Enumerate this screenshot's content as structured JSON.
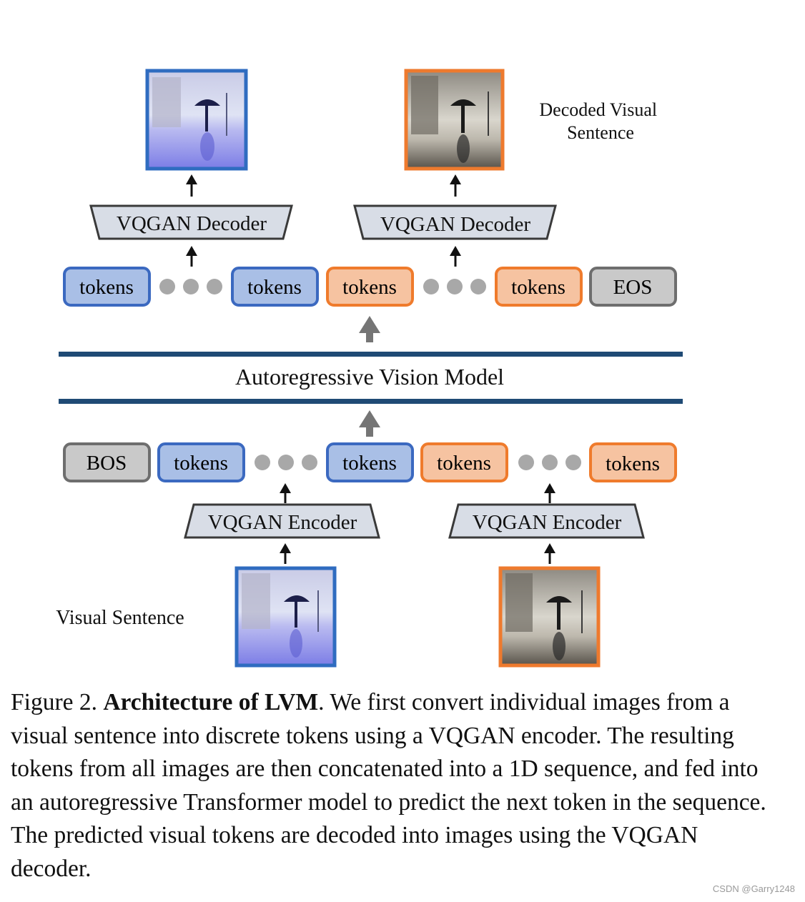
{
  "diagram": {
    "decoded_label": [
      "Decoded Visual",
      "Sentence"
    ],
    "visual_sentence_label": "Visual Sentence",
    "model_label": "Autoregressive Vision Model",
    "decoder_label": "VQGAN Decoder",
    "encoder_label": "VQGAN Encoder",
    "token_label": "tokens",
    "bos_label": "BOS",
    "eos_label": "EOS",
    "colors": {
      "blue_border": "#3b69c0",
      "blue_fill": "#a9bfe6",
      "orange_border": "#ef7b2c",
      "orange_fill": "#f6c3a1",
      "gray_border": "#6e6e6e",
      "gray_fill": "#c9c9c9",
      "trapezoid_fill": "#d8dde6",
      "model_bar": "#1f4a75",
      "dots": "#a8a8a8"
    }
  },
  "caption": {
    "prefix": "Figure 2. ",
    "title": "Architecture of LVM",
    "body": ". We first convert individual images from a visual sentence into discrete tokens using a VQGAN encoder. The resulting tokens from all images are then concatenated into a 1D sequence, and fed into an autoregressive Transformer model to predict the next token in the sequence. The predicted visual tokens are decoded into images using the VQGAN decoder."
  },
  "watermark": "CSDN @Garry1248"
}
